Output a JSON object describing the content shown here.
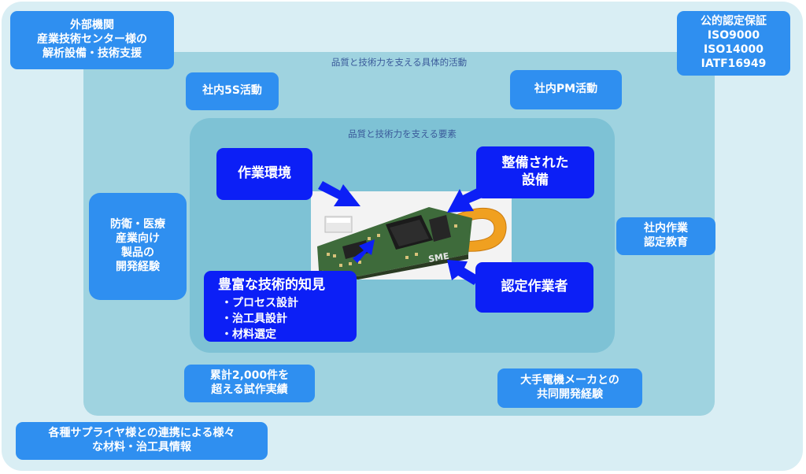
{
  "outer_caption": "",
  "middle_caption": "品質と技術力を支える具体的活動",
  "inner_caption": "品質と技術力を支える要素",
  "boxes": {
    "external": [
      "外部機関",
      "産業技術センター様の",
      "解析設備・技術支援"
    ],
    "certification": [
      "公的認定保証",
      "ISO9000",
      "ISO14000",
      "IATF16949"
    ],
    "five_s": [
      "社内5S活動"
    ],
    "pm": [
      "社内PM活動"
    ],
    "defense": [
      "防衛・医療",
      "産業向け",
      "製品の",
      "開発経験"
    ],
    "training": [
      "社内作業",
      "認定教育"
    ],
    "environment": [
      "作業環境"
    ],
    "equipment": [
      "整備された",
      "設備"
    ],
    "certified_workers": [
      "認定作業者"
    ],
    "knowledge": {
      "title": "豊富な技術的知見",
      "items": [
        "・プロセス設計",
        "・治工具設計",
        "・材料選定"
      ]
    },
    "prototypes": [
      "累計2,000件を",
      "超える試作実績"
    ],
    "joint": [
      "大手電機メーカとの",
      "共同開発経験"
    ],
    "suppliers": [
      "各種サプライヤ様との連携による様々",
      "な材料・治工具情報"
    ]
  },
  "photo_marking": "SME",
  "colors": {
    "outer_bg": "#d9eef4",
    "middle_bg": "#9fd3e0",
    "inner_bg": "#7ec2d5",
    "light_box": "#2f8ff0",
    "dark_box": "#0c1ff6"
  }
}
